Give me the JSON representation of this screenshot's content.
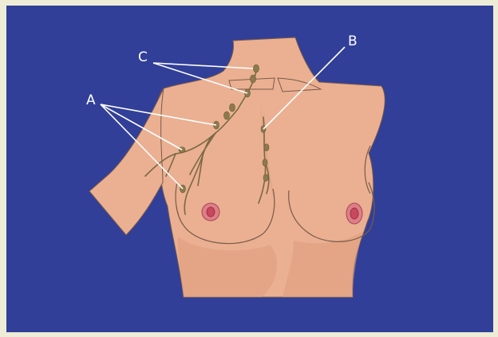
{
  "labels": {
    "a": "A",
    "b": "B",
    "c": "C"
  },
  "colors": {
    "frame_border": "#eeecd6",
    "background": "#313f98",
    "skin": "#eab091",
    "skin_shade": "#dc9c7e",
    "outline": "#7a5a4a",
    "lymph_node": "#8c7a4e",
    "vessel": "#7b6845",
    "areola": "#e07d86",
    "nipple": "#c8485d",
    "leader_line": "#ffffff"
  }
}
